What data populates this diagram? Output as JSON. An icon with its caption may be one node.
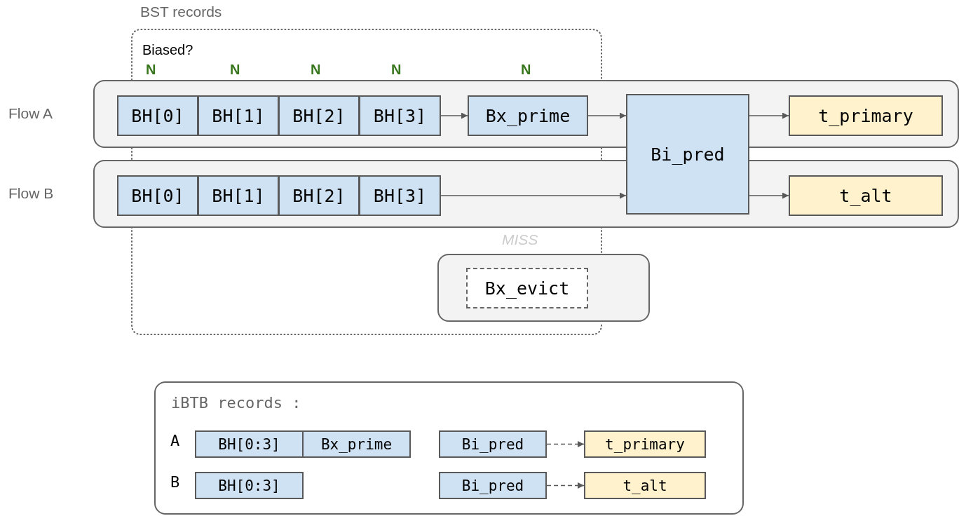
{
  "diagram": {
    "nodes": [
      {
        "text": [
          "Flow A"
        ]
      },
      {
        "text": [
          "BH[0]"
        ],
        "in": 0
      },
      {
        "text": [
          "BH[1]"
        ],
        "in": 0
      },
      {
        "text": [
          "BH[2]"
        ],
        "in": 0
      },
      {
        "text": [
          "BH[3]"
        ],
        "in": 0
      },
      {
        "text": [
          "Bx_prime"
        ],
        "in": 0
      },
      {
        "text": [
          "Bi_pred"
        ]
      },
      {
        "text": [
          "t_primary"
        ],
        "in": 0
      },
      {
        "text": [
          "Flow B"
        ]
      },
      {
        "text": [
          "BH[0]"
        ],
        "in": 8
      },
      {
        "text": [
          "BH[1]"
        ],
        "in": 8
      },
      {
        "text": [
          "BH[2]"
        ],
        "in": 8
      },
      {
        "text": [
          "BH[3]"
        ],
        "in": 8
      },
      {
        "text": [
          "t_alt"
        ],
        "in": 8
      },
      {
        "text": [],
        "shape": "box",
        "beside": [
          "MISS"
        ]
      },
      {
        "text": [
          "Bx_evict"
        ],
        "in": 14
      },
      {
        "text": [
          "iBTB records :"
        ]
      },
      {
        "text": [
          "BH[0:3]"
        ],
        "in": 16
      },
      {
        "text": [
          "Bx_prime"
        ],
        "in": 16
      },
      {
        "text": [
          "Bi_pred"
        ],
        "in": 16
      },
      {
        "text": [
          "t_primary"
        ],
        "in": 16
      },
      {
        "text": [
          "BH[0:3]"
        ],
        "in": 16
      },
      {
        "text": [
          "Bi_pred"
        ],
        "in": 16
      },
      {
        "text": [
          "t_alt"
        ],
        "in": 16
      }
    ],
    "edges": [
      {
        "from": 4,
        "to": 5,
        "arrow": "to"
      },
      {
        "from": 5,
        "to": 6,
        "arrow": "to"
      },
      {
        "from": 6,
        "to": 7,
        "arrow": "to"
      },
      {
        "from": 12,
        "to": 6,
        "arrow": "to"
      },
      {
        "from": 6,
        "to": 13,
        "arrow": "to"
      },
      {
        "from": 19,
        "to": 20,
        "arrow": "to",
        "style": "dashed"
      },
      {
        "from": 22,
        "to": 23,
        "arrow": "to",
        "style": "dashed"
      }
    ],
    "labels": [
      "BST records",
      "Biased?",
      "N",
      "N",
      "N",
      "N",
      "N",
      "A",
      "B"
    ]
  }
}
